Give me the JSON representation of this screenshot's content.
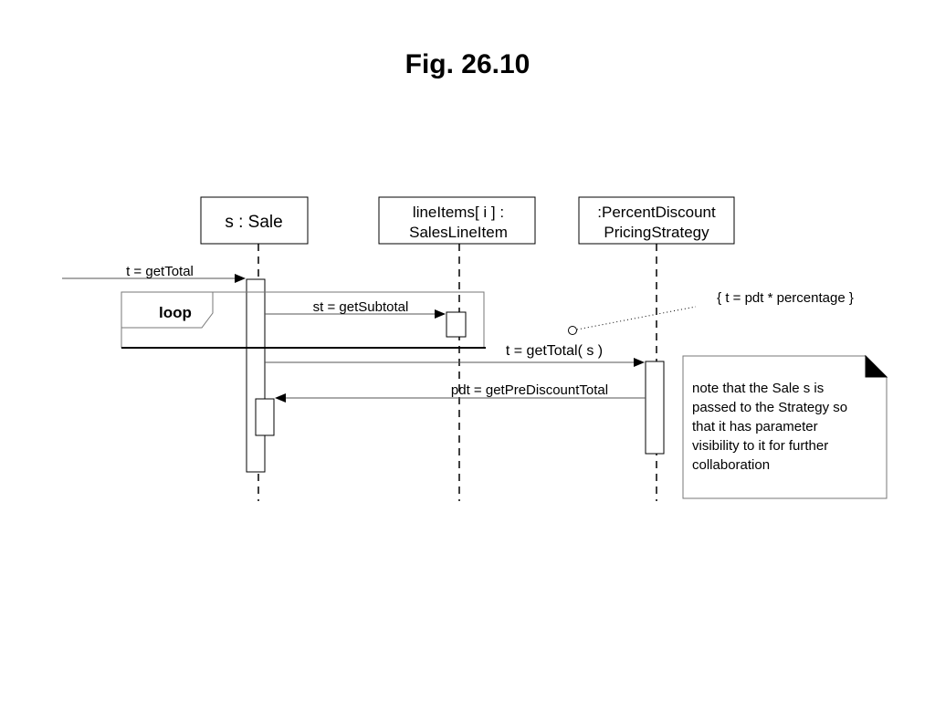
{
  "title": "Fig. 26.10",
  "participants": {
    "sale": {
      "line1": "s : Sale"
    },
    "lineitem": {
      "line1": "lineItems[ i ] :",
      "line2": "SalesLineItem"
    },
    "strategy": {
      "line1": ":PercentDiscount",
      "line2": "PricingStrategy"
    }
  },
  "frame": {
    "label": "loop"
  },
  "messages": {
    "m1": "t = getTotal",
    "m2": "st = getSubtotal",
    "m3": "t = getTotal( s )",
    "m4": "pdt = getPreDiscountTotal"
  },
  "constraint": "{ t = pdt * percentage }",
  "note": {
    "lines": [
      "note that the Sale s is",
      "passed to the Strategy so",
      "that it has parameter",
      "visibility to it for further",
      "collaboration"
    ]
  }
}
